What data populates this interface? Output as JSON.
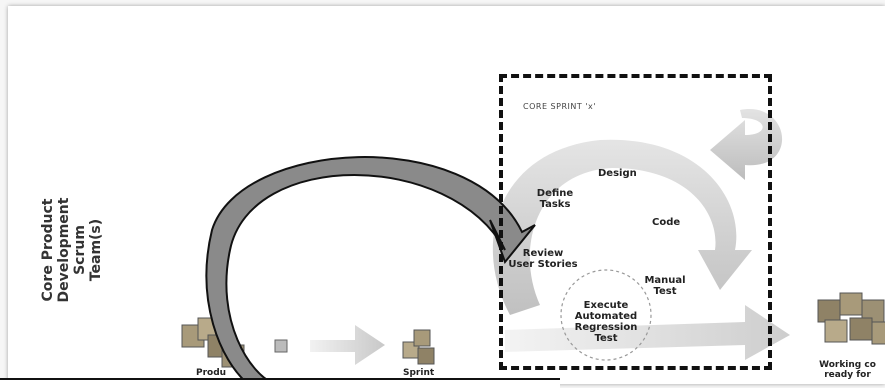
{
  "team_label": {
    "line1": "Core Product",
    "line2": "Development Scrum",
    "line3": "Team(s)"
  },
  "sprint": {
    "title": "CORE SPRINT 'x'",
    "steps": {
      "design": "Design",
      "define_tasks_1": "Define",
      "define_tasks_2": "Tasks",
      "code": "Code",
      "review_1": "Review",
      "review_2": "User Stories",
      "manual_1": "Manual",
      "manual_2": "Test",
      "exec_1": "Execute",
      "exec_2": "Automated",
      "exec_3": "Regression",
      "exec_4": "Test"
    }
  },
  "bottom_labels": {
    "product": "Produ",
    "sprint": "Sprint",
    "working_1": "Working co",
    "working_2": "ready for"
  },
  "colors": {
    "cycle": "#cfcfcf",
    "arrow_fill": "#888888",
    "dash": "#111111"
  }
}
